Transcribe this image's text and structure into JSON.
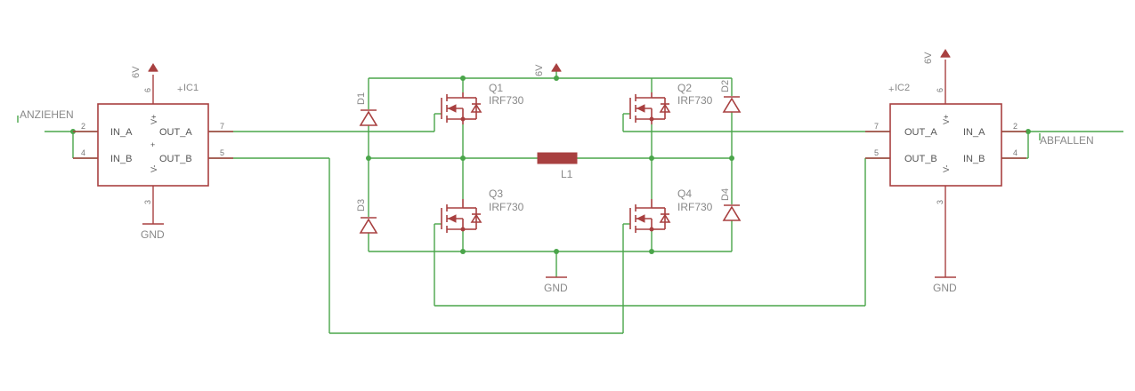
{
  "nets": {
    "input_label": "ANZIEHEN",
    "output_label": "ABFALLEN"
  },
  "supply": {
    "label": "6V",
    "ground_label": "GND"
  },
  "ic1": {
    "name": "IC1",
    "pin_in_a": "IN_A",
    "pin_in_b": "IN_B",
    "pin_out_a": "OUT_A",
    "pin_out_b": "OUT_B",
    "pin_vplus": "V+",
    "pin_vminus": "V-",
    "num_in_a": "2",
    "num_in_b": "4",
    "num_out_a": "7",
    "num_out_b": "5",
    "num_vplus": "6",
    "num_vminus": "3"
  },
  "ic2": {
    "name": "IC2",
    "pin_in_a": "IN_A",
    "pin_in_b": "IN_B",
    "pin_out_a": "OUT_A",
    "pin_out_b": "OUT_B",
    "pin_vplus": "V+",
    "pin_vminus": "V-",
    "num_in_a": "2",
    "num_in_b": "4",
    "num_out_a": "7",
    "num_out_b": "5",
    "num_vplus": "6",
    "num_vminus": "3"
  },
  "transistors": {
    "q1": {
      "name": "Q1",
      "value": "IRF730"
    },
    "q2": {
      "name": "Q2",
      "value": "IRF730"
    },
    "q3": {
      "name": "Q3",
      "value": "IRF730"
    },
    "q4": {
      "name": "Q4",
      "value": "IRF730"
    }
  },
  "diodes": {
    "d1": "D1",
    "d2": "D2",
    "d3": "D3",
    "d4": "D4"
  },
  "inductor": {
    "name": "L1"
  },
  "colors": {
    "wire": "#4aa54a",
    "component": "#a84040",
    "label": "#888888"
  }
}
